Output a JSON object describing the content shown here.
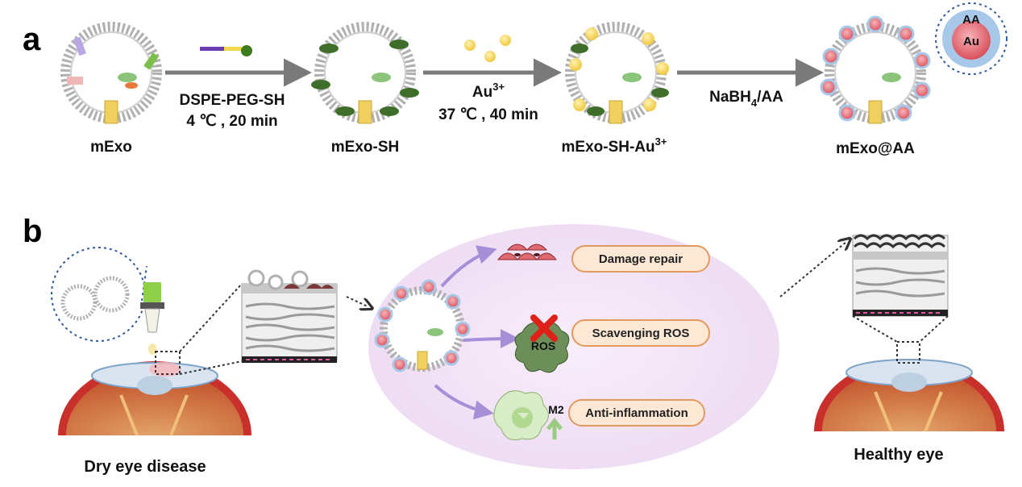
{
  "panel_a": {
    "label": "a",
    "stages": [
      "mExo",
      "mExo-SH",
      "mExo-SH-Au",
      "mExo@AA"
    ],
    "stage3_superscript": "3+",
    "step1": {
      "line1": "DSPE-PEG-SH",
      "line2": "4 ℃ , 20 min"
    },
    "step2": {
      "line1": "Au",
      "line1_sup": "3+",
      "line2": "37 ℃ , 40 min"
    },
    "step3": {
      "pre": "NaBH",
      "sub": "4",
      "post": "/AA"
    },
    "inset": {
      "outer": "AA",
      "inner": "Au"
    }
  },
  "panel_b": {
    "label": "b",
    "left_caption": "Dry eye disease",
    "right_caption": "Healthy eye",
    "effects": [
      "Damage repair",
      "Scavenging ROS",
      "Anti-inflammation"
    ],
    "ros_label": "ROS",
    "m2_label": "M2"
  },
  "colors": {
    "arrow": "#7a7a7a",
    "lipid": "#b0b0b0",
    "protein_green": "#3e6e2a",
    "gold": "#f6d860",
    "nanoparticle_red": "#e9717a",
    "aa_shell": "#a8c8ea",
    "ellipse_bg": "#f3e4f6",
    "pill_fill": "#fde8d6",
    "pill_stroke": "#e39a5f",
    "effect_arrow": "#a58fd6",
    "ros_x": "#e0211a",
    "eye_red": "#c9302c",
    "tissue_gray": "#9a9a9a"
  }
}
